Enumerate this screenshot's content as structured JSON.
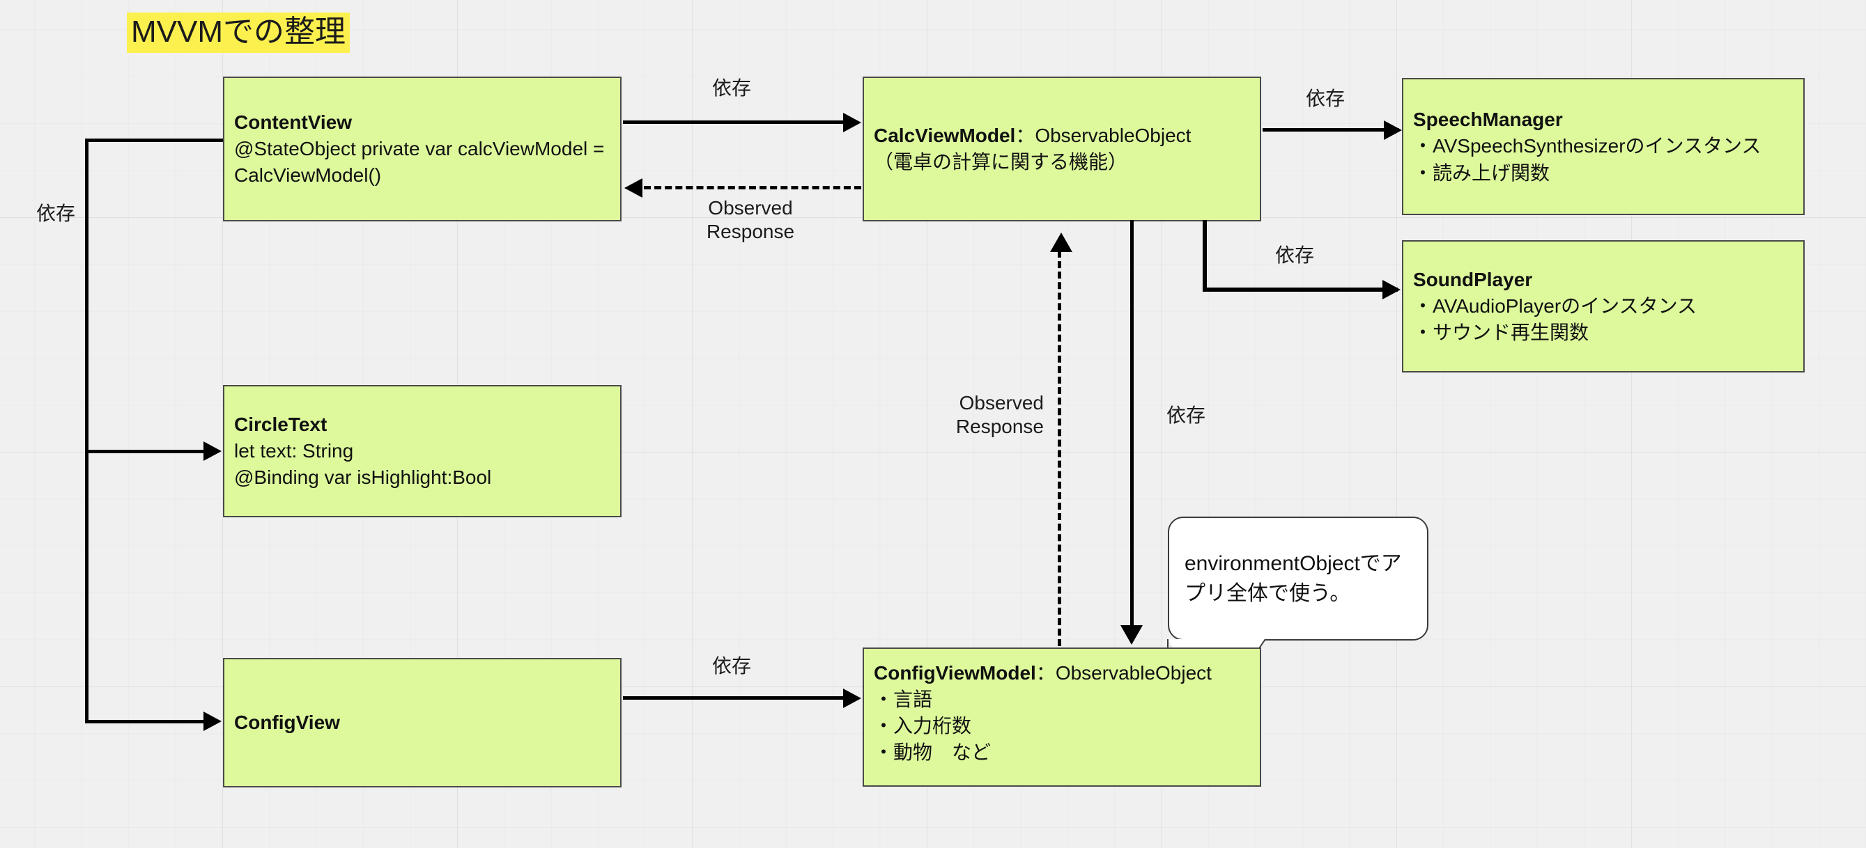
{
  "title": "MVVMでの整理",
  "colors": {
    "box_fill": "#ddf99c",
    "box_border": "#4a4a48",
    "title_highlight": "#fcf04f",
    "canvas_bg": "#f0f0f0",
    "connector": "#000000",
    "callout_fill": "#ffffff"
  },
  "boxes": {
    "content_view": {
      "lines": [
        "ContentView",
        "@StateObject private var calcViewModel =",
        "CalcViewModel()"
      ]
    },
    "calc_view_model": {
      "lines": [
        "CalcViewModel",
        "：ObservableObject",
        "（電卓の計算に関する機能）"
      ],
      "head_bold": "CalcViewModel",
      "head_plain": "：ObservableObject",
      "sub": "（電卓の計算に関する機能）"
    },
    "speech_manager": {
      "lines": [
        "SpeechManager",
        "・AVSpeechSynthesizerのインスタンス",
        "・読み上げ関数"
      ]
    },
    "sound_player": {
      "lines": [
        "SoundPlayer",
        "・AVAudioPlayerのインスタンス",
        "・サウンド再生関数"
      ]
    },
    "circle_text": {
      "lines": [
        "CircleText",
        "let text: String",
        "@Binding var isHighlight:Bool"
      ]
    },
    "config_view": {
      "lines": [
        "ConfigView"
      ]
    },
    "config_view_model": {
      "head_bold": "ConfigViewModel",
      "head_plain": "：ObservableObject",
      "lines": [
        "・言語",
        "・入力桁数",
        "・動物　など"
      ]
    }
  },
  "edge_labels": {
    "dep_left_bracket": "依存",
    "dep_content_to_calc": "依存",
    "observed_response_top": "Observed\nResponse",
    "dep_calc_to_speech": "依存",
    "dep_calc_to_sound": "依存",
    "observed_response_mid": "Observed\nResponse",
    "dep_calc_to_config_vm": "依存",
    "dep_configview_to_configvm": "依存"
  },
  "callout": {
    "text": "environmentObjectでアプリ全体で使う。"
  }
}
